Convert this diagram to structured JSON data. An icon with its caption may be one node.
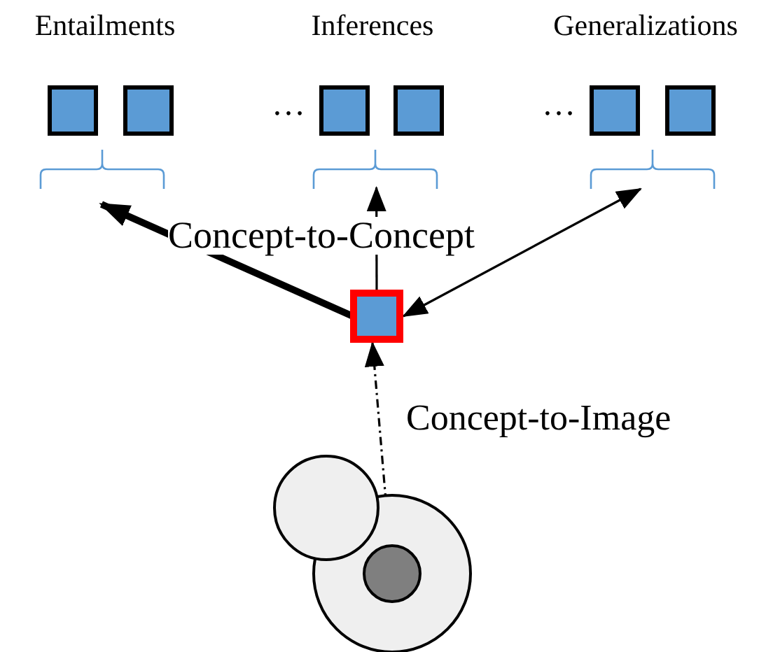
{
  "diagram": {
    "nodes": [
      {
        "text": [
          "Entailments"
        ]
      },
      {
        "text": [],
        "shape": "box",
        "in": 0
      },
      {
        "text": [],
        "shape": "box",
        "in": 0
      },
      {
        "text": [
          "Inferences"
        ]
      },
      {
        "text": [],
        "shape": "box",
        "in": 3
      },
      {
        "text": [],
        "shape": "box",
        "in": 3
      },
      {
        "text": [
          "Generalizations"
        ]
      },
      {
        "text": [],
        "shape": "box",
        "in": 6
      },
      {
        "text": [],
        "shape": "box",
        "in": 6
      },
      {
        "text": [],
        "shape": "box"
      },
      {
        "text": [],
        "shape": "circle"
      },
      {
        "text": [],
        "shape": "circle"
      },
      {
        "text": [],
        "shape": "circle",
        "in": 11
      }
    ],
    "edges": [
      {
        "from": 9,
        "to": 0,
        "arrow": "to",
        "style": "thick"
      },
      {
        "from": 9,
        "to": 3,
        "arrow": "to"
      },
      {
        "from": 9,
        "to": 6,
        "arrow": "both"
      },
      {
        "from": 9,
        "to": 12,
        "arrow": "both",
        "style": "dashed",
        "label": "Concept-to-Image"
      }
    ],
    "labels": [
      "…",
      "…",
      "Concept-to-Concept"
    ]
  }
}
